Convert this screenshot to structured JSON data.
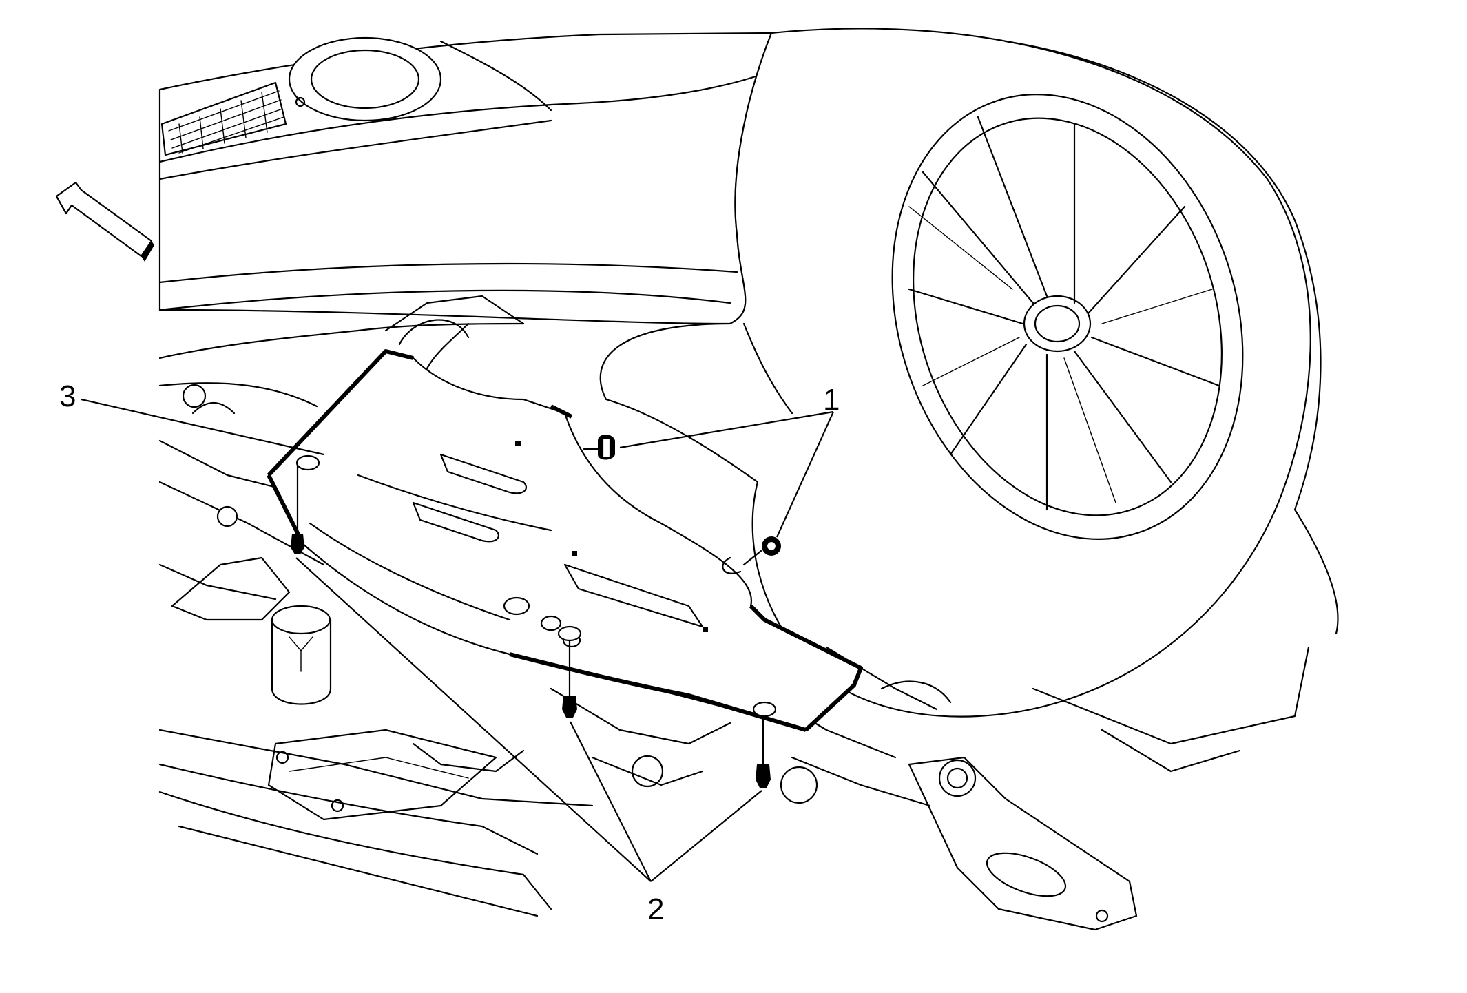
{
  "callouts": {
    "c1": "1",
    "c2": "2",
    "c3": "3"
  },
  "icons": {
    "direction_arrow": "front-direction-arrow-icon",
    "fastener": "push-pin-retainer-icon",
    "bolt": "bolt-icon"
  }
}
